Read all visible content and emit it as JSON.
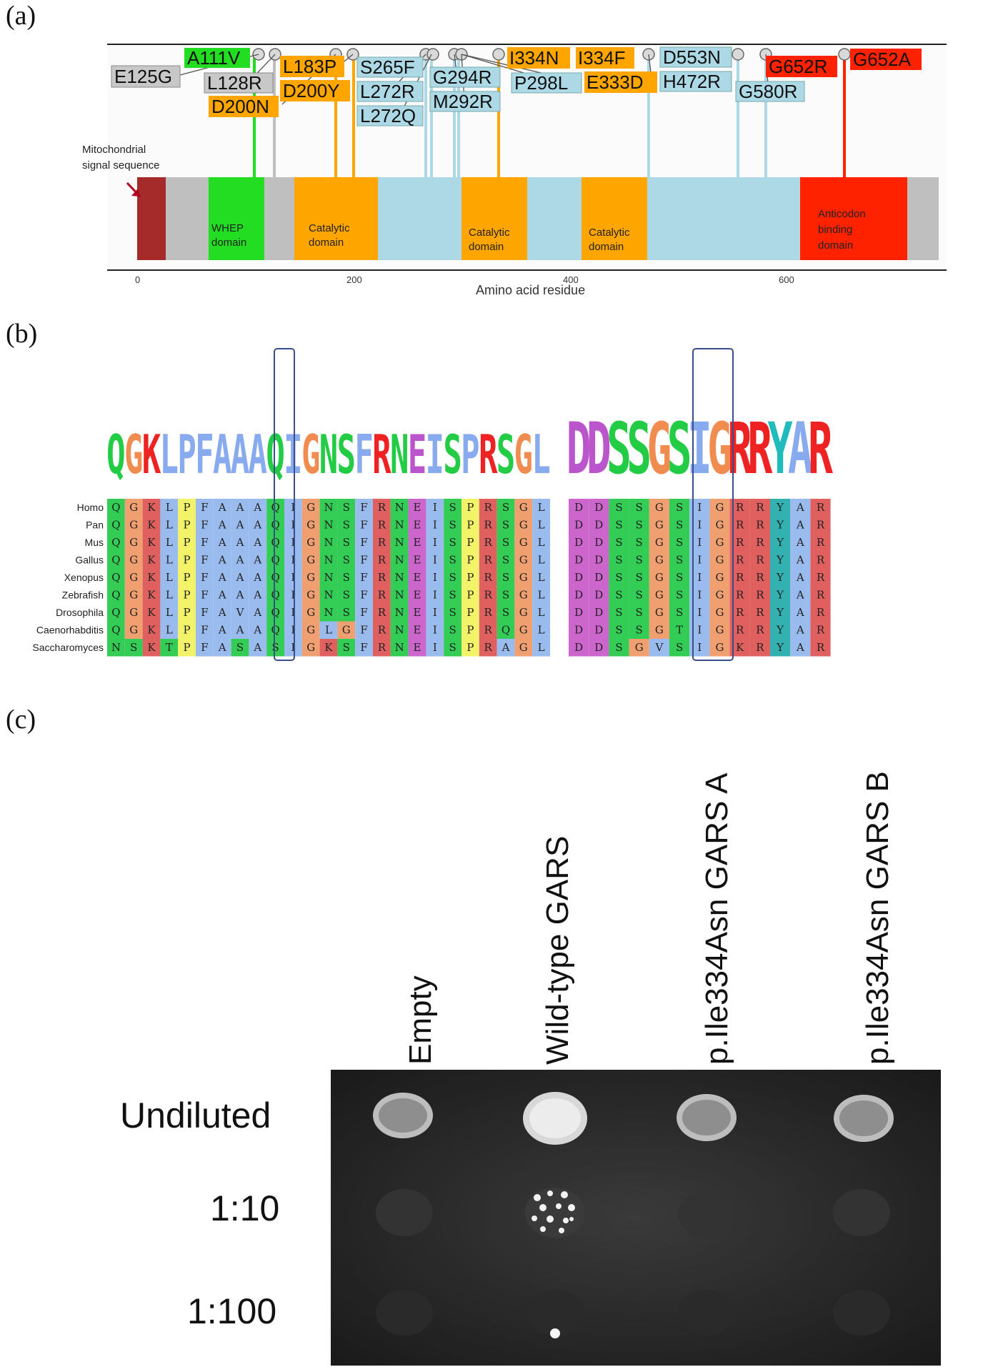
{
  "panels": {
    "a": "(a)",
    "b": "(b)",
    "c": "(c)"
  },
  "panel_a": {
    "mito_label_line1": "Mitochondrial",
    "mito_label_line2": "signal sequence",
    "domains": [
      {
        "label1": "WHEP",
        "label2": "domain",
        "color": "#22dd22"
      },
      {
        "label1": "Catalytic",
        "label2": "domain",
        "color": "#ffa500"
      },
      {
        "label1": "Catalytic",
        "label2": "domain",
        "color": "#ffa500"
      },
      {
        "label1": "Catalytic",
        "label2": "domain",
        "color": "#ffa500"
      },
      {
        "label1": "Anticodon",
        "label2": "binding",
        "label3": "domain",
        "color": "#ff2200"
      }
    ],
    "colors": {
      "mito": "#a52a2a",
      "linker": "#bfbfbf",
      "body": "#add8e6"
    },
    "mutations": [
      "A111V",
      "E125G",
      "L128R",
      "D200N",
      "L183P",
      "D200Y",
      "S265F",
      "L272R",
      "L272Q",
      "G294R",
      "M292R",
      "I334N",
      "I334F",
      "P298L",
      "E333D",
      "D553N",
      "H472R",
      "G580R",
      "G652R",
      "G652A"
    ],
    "x_ticks": [
      "0",
      "200",
      "400",
      "600"
    ],
    "x_title": "Amino acid residue"
  },
  "panel_b": {
    "species": [
      "Homo",
      "Pan",
      "Mus",
      "Gallus",
      "Xenopus",
      "Zebrafish",
      "Drosophila",
      "Caenorhabditis",
      "Saccharomyces"
    ],
    "left_rows": [
      "QGKLPFAAAQIGNSFRNEISPRSGL",
      "QGKLPFAAAQIGNSFRNEISPRSGL",
      "QGKLPFAAAQIGNSFRNEISPRSGL",
      "QGKLPFAAAQIGNSFRNEISPRSGL",
      "QGKLPFAAAQIGNSFRNEISPRSGL",
      "QGKLPFAAAQIGNSFRNEISPRSGL",
      "QGKLPFAVAQIGNSFRNEISPRSGL",
      "QGKLPFAAAQIGLGFRNEISPRQGL",
      "NSKTPFASASIGKSFRNEISPRAGL"
    ],
    "right_rows": [
      "DDSSGSIGRRYAR",
      "DDSSGSIGRRYAR",
      "DDSSGSIGRRYAR",
      "DDSSGSIGRRYAR",
      "DDSSGSIGRRYAR",
      "DDSSGSIGRRYAR",
      "DDSSGSIGRRYAR",
      "DDSSGTIGRRYAR",
      "DDSGVSIGKRYAR"
    ],
    "left_logo": "QGKLPFAAAQIGNSFRNEISPRSGL",
    "right_logo": "DDSSGSIGRRYAR"
  },
  "panel_c": {
    "conditions": [
      "Empty",
      "Wild-type GARS",
      "p.Ile334Asn GARS A",
      "p.Ile334Asn GARS B"
    ],
    "dilutions": [
      "Undiluted",
      "1:10",
      "1:100"
    ]
  }
}
